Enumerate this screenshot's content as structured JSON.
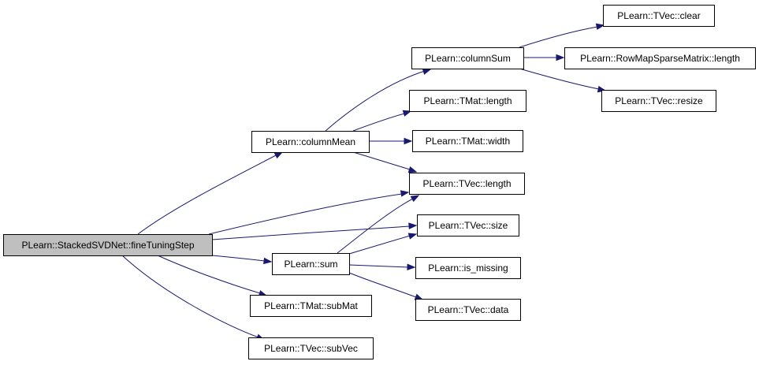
{
  "colors": {
    "edge": "#191970",
    "root_fill": "#bfbfbf",
    "node_fill": "#ffffff",
    "border": "#000000"
  },
  "nodes": [
    {
      "id": "fineTuningStep",
      "label": "PLearn::StackedSVDNet::fineTuningStep",
      "root": true
    },
    {
      "id": "columnMean",
      "label": "PLearn::columnMean"
    },
    {
      "id": "sum",
      "label": "PLearn::sum"
    },
    {
      "id": "tmat_subMat",
      "label": "PLearn::TMat::subMat"
    },
    {
      "id": "tvec_subVec",
      "label": "PLearn::TVec::subVec"
    },
    {
      "id": "columnSum",
      "label": "PLearn::columnSum"
    },
    {
      "id": "tmat_length",
      "label": "PLearn::TMat::length"
    },
    {
      "id": "tmat_width",
      "label": "PLearn::TMat::width"
    },
    {
      "id": "tvec_length",
      "label": "PLearn::TVec::length"
    },
    {
      "id": "tvec_size",
      "label": "PLearn::TVec::size"
    },
    {
      "id": "is_missing",
      "label": "PLearn::is_missing"
    },
    {
      "id": "tvec_data",
      "label": "PLearn::TVec::data"
    },
    {
      "id": "tvec_clear",
      "label": "PLearn::TVec::clear"
    },
    {
      "id": "rowmap_length",
      "label": "PLearn::RowMapSparseMatrix::length"
    },
    {
      "id": "tvec_resize",
      "label": "PLearn::TVec::resize"
    }
  ],
  "edges": [
    {
      "from": "fineTuningStep",
      "to": "columnMean"
    },
    {
      "from": "fineTuningStep",
      "to": "tvec_length"
    },
    {
      "from": "fineTuningStep",
      "to": "tvec_size"
    },
    {
      "from": "fineTuningStep",
      "to": "sum"
    },
    {
      "from": "fineTuningStep",
      "to": "tmat_subMat"
    },
    {
      "from": "fineTuningStep",
      "to": "tvec_subVec"
    },
    {
      "from": "columnMean",
      "to": "columnSum"
    },
    {
      "from": "columnMean",
      "to": "tmat_length"
    },
    {
      "from": "columnMean",
      "to": "tmat_width"
    },
    {
      "from": "columnMean",
      "to": "tvec_length"
    },
    {
      "from": "sum",
      "to": "tvec_length"
    },
    {
      "from": "sum",
      "to": "tvec_size"
    },
    {
      "from": "sum",
      "to": "is_missing"
    },
    {
      "from": "sum",
      "to": "tvec_data"
    },
    {
      "from": "columnSum",
      "to": "tvec_clear"
    },
    {
      "from": "columnSum",
      "to": "rowmap_length"
    },
    {
      "from": "columnSum",
      "to": "tvec_resize"
    }
  ]
}
